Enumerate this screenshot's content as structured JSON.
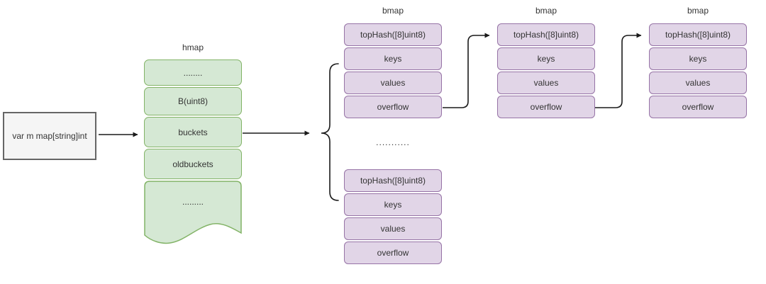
{
  "colors": {
    "hmap_fill": "#d5e8d4",
    "hmap_stroke": "#82b366",
    "bmap_fill": "#e1d5e7",
    "bmap_stroke": "#9673a6",
    "source_fill": "#f5f5f5",
    "source_stroke": "#666666",
    "connector": "#1a1a1a",
    "text": "#333333"
  },
  "source": {
    "label": "var m map[string]int"
  },
  "hmap": {
    "title": "hmap",
    "rows": [
      "........",
      "B(uint8)",
      "buckets",
      "oldbuckets"
    ],
    "tail_dots": "........."
  },
  "buckets_ellipsis": "...........",
  "bmap": {
    "title": "bmap",
    "rows": [
      "topHash([8]uint8)",
      "keys",
      "values",
      "overflow"
    ]
  }
}
